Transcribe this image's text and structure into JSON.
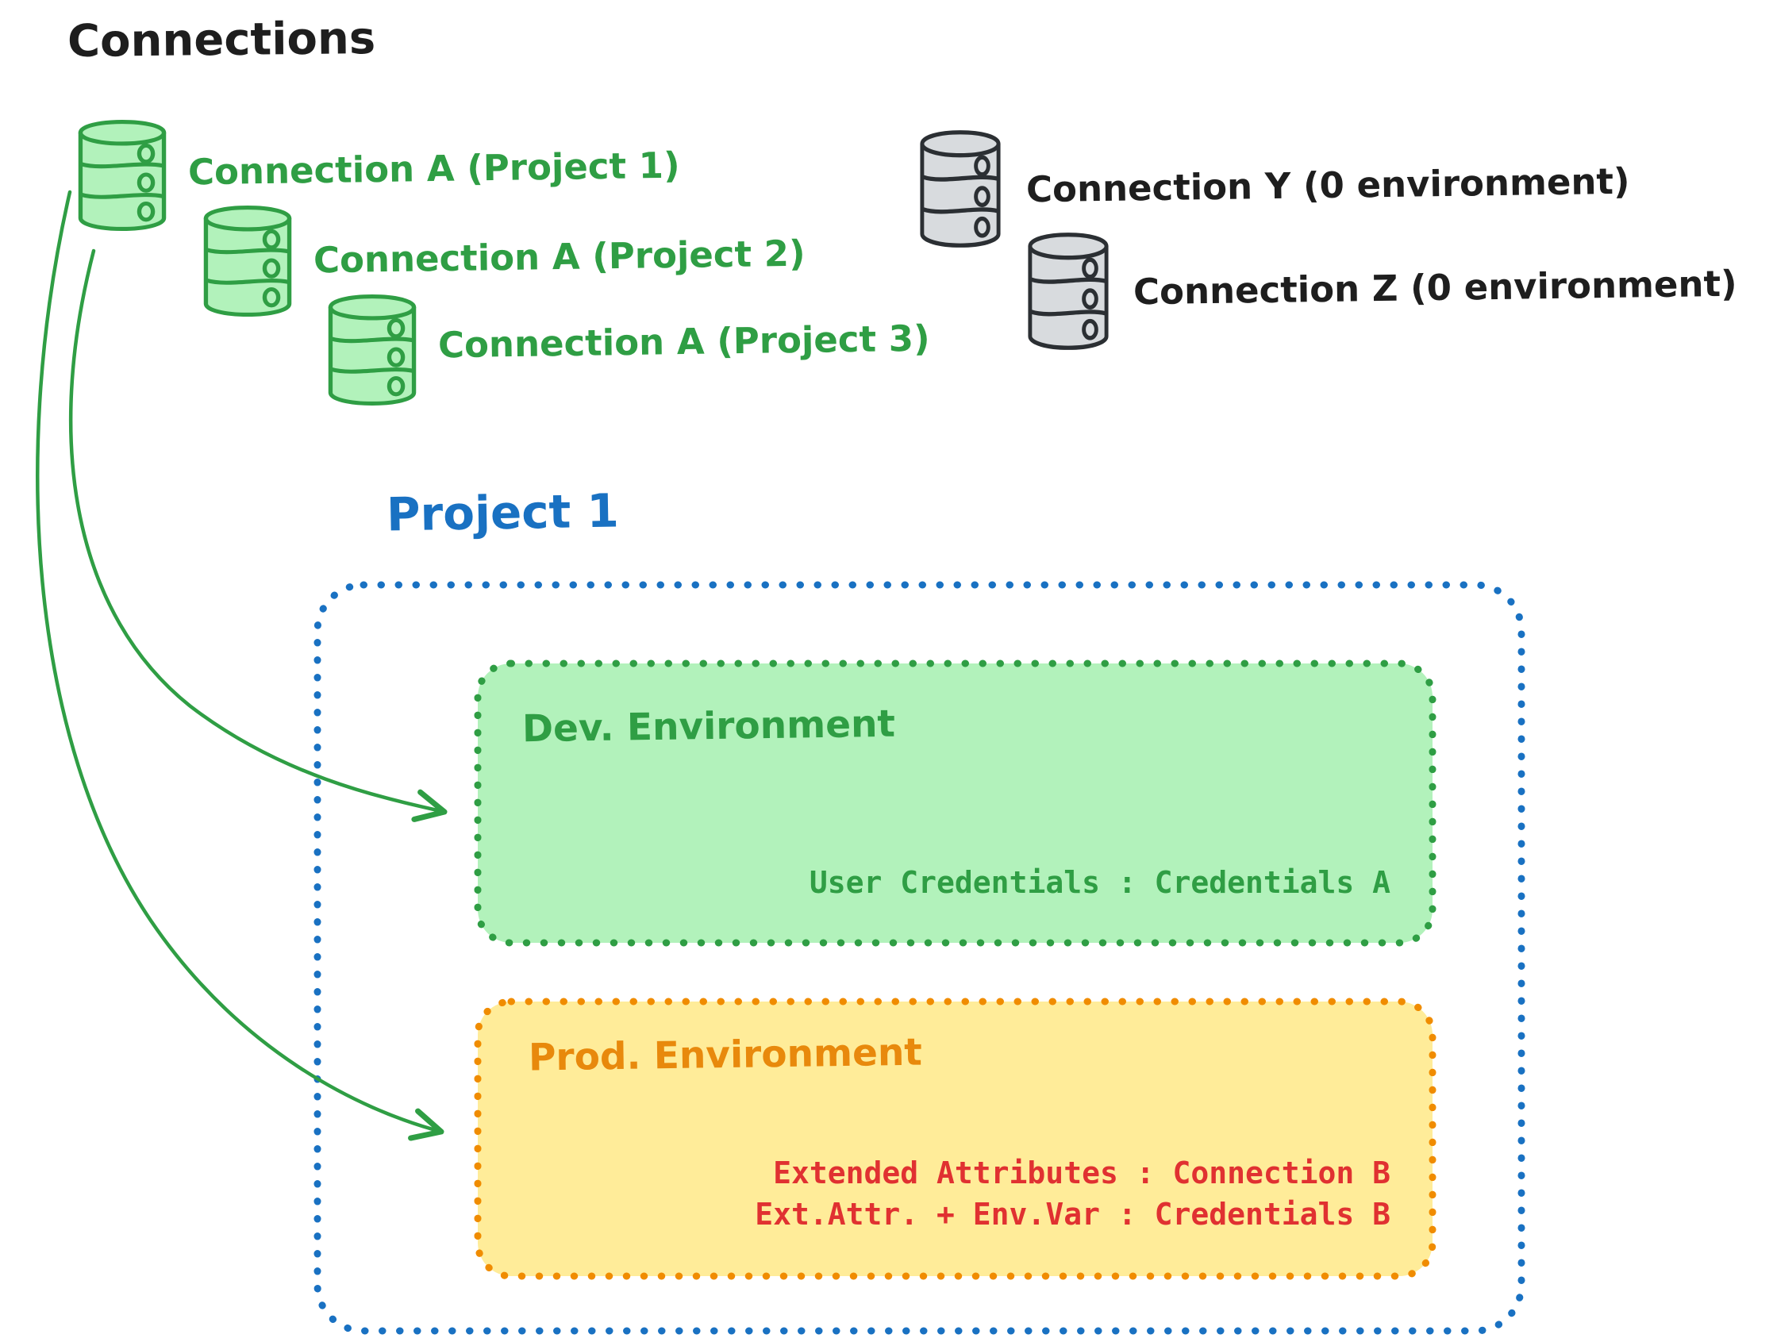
{
  "page": {
    "title": "Connections"
  },
  "colors": {
    "ink": "#1e1e1e",
    "green": "#2f9e44",
    "green_fill": "#b2f2bb",
    "gray_stroke": "#2b2f33",
    "gray_fill": "#d8dbde",
    "blue": "#1971c2",
    "orange": "#f08c00",
    "orange_title": "#e8890c",
    "orange_fill": "#ffec99",
    "red": "#e03131"
  },
  "icons": {
    "green_database": "database-icon",
    "gray_database": "database-icon",
    "arrow": "arrow-icon"
  },
  "connections": {
    "project_a": [
      {
        "label": "Connection A (Project 1)"
      },
      {
        "label": "Connection A (Project 2)"
      },
      {
        "label": "Connection A (Project 3)"
      }
    ],
    "unassigned": [
      {
        "label": "Connection Y (0 environment)"
      },
      {
        "label": "Connection Z (0 environment)"
      }
    ]
  },
  "project": {
    "title": "Project 1",
    "dev": {
      "title": "Dev. Environment",
      "credentials": "User Credentials : Credentials A"
    },
    "prod": {
      "title": "Prod. Environment",
      "lines": [
        "Extended Attributes : Connection B",
        "Ext.Attr. + Env.Var : Credentials B"
      ]
    }
  }
}
